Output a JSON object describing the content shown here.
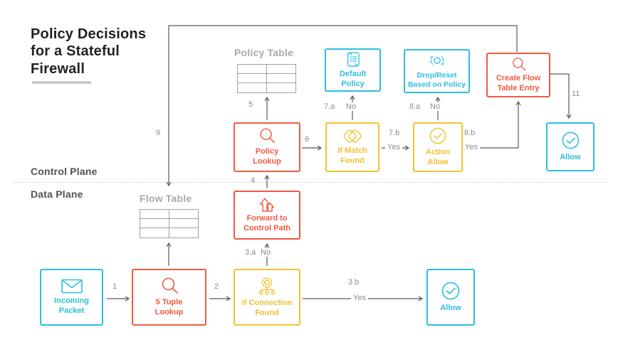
{
  "title": "Policy Decisions\nfor a Stateful\nFirewall",
  "planes": {
    "control": "Control Plane",
    "data": "Data Plane"
  },
  "tables": {
    "policy": {
      "label": "Policy Table",
      "rows": 3,
      "cols": 2
    },
    "flow": {
      "label": "Flow Table",
      "rows": 3,
      "cols": 2
    }
  },
  "nodes": {
    "incoming_packet": {
      "label": "Incoming\nPacket",
      "icon": "envelope-icon",
      "color": "cyan"
    },
    "tuple_lookup": {
      "label": "5 Tuple\nLookup",
      "icon": "magnifier-icon",
      "color": "red"
    },
    "if_connection_found": {
      "label": "If Connection\nFound",
      "icon": "gear-network-icon",
      "color": "yellow"
    },
    "allow_data_plane": {
      "label": "Allow",
      "icon": "check-circle-icon",
      "color": "cyan"
    },
    "forward_to_control_path": {
      "label": "Forward to\nControl Path",
      "icon": "forward-arrows-icon",
      "color": "red"
    },
    "policy_lookup": {
      "label": "Policy\nLookup",
      "icon": "magnifier-icon",
      "color": "red"
    },
    "if_match_found": {
      "label": "If Match\nFound",
      "icon": "match-diamonds-icon",
      "color": "yellow"
    },
    "action_allow": {
      "label": "Action\nAllow",
      "icon": "check-circle-icon",
      "color": "yellow"
    },
    "default_policy": {
      "label": "Default\nPolicy",
      "icon": "policy-scroll-icon",
      "color": "cyan"
    },
    "drop_reset": {
      "label": "Drop/Reset\nBased on Policy",
      "icon": "reset-icon",
      "color": "cyan"
    },
    "create_flow_table_entry": {
      "label": "Create Flow\nTable Entry",
      "icon": "magnifier-icon",
      "color": "red"
    },
    "allow_control_plane": {
      "label": "Allow",
      "icon": "check-circle-icon",
      "color": "cyan"
    }
  },
  "steps": {
    "s1": "1",
    "s2": "2",
    "s3a": "3.a",
    "s3a_branch": "No",
    "s3b": "3.b",
    "s3b_branch": "Yes",
    "s4": "4",
    "s5": "5",
    "s6": "6",
    "s7a": "7.a",
    "s7a_branch": "No",
    "s7b": "7.b",
    "s7b_branch": "Yes",
    "s8a": "8.a",
    "s8a_branch": "No",
    "s8b": "8.b",
    "s8b_branch": "Yes",
    "s9": "9",
    "s11": "11"
  },
  "colors": {
    "cyan": "#2BBFE1",
    "red": "#F0593E",
    "yellow": "#F2C231",
    "arrow_gray": "#58595B",
    "muted_gray": "#A7A9AC",
    "step_gray": "#8A8C8E"
  }
}
